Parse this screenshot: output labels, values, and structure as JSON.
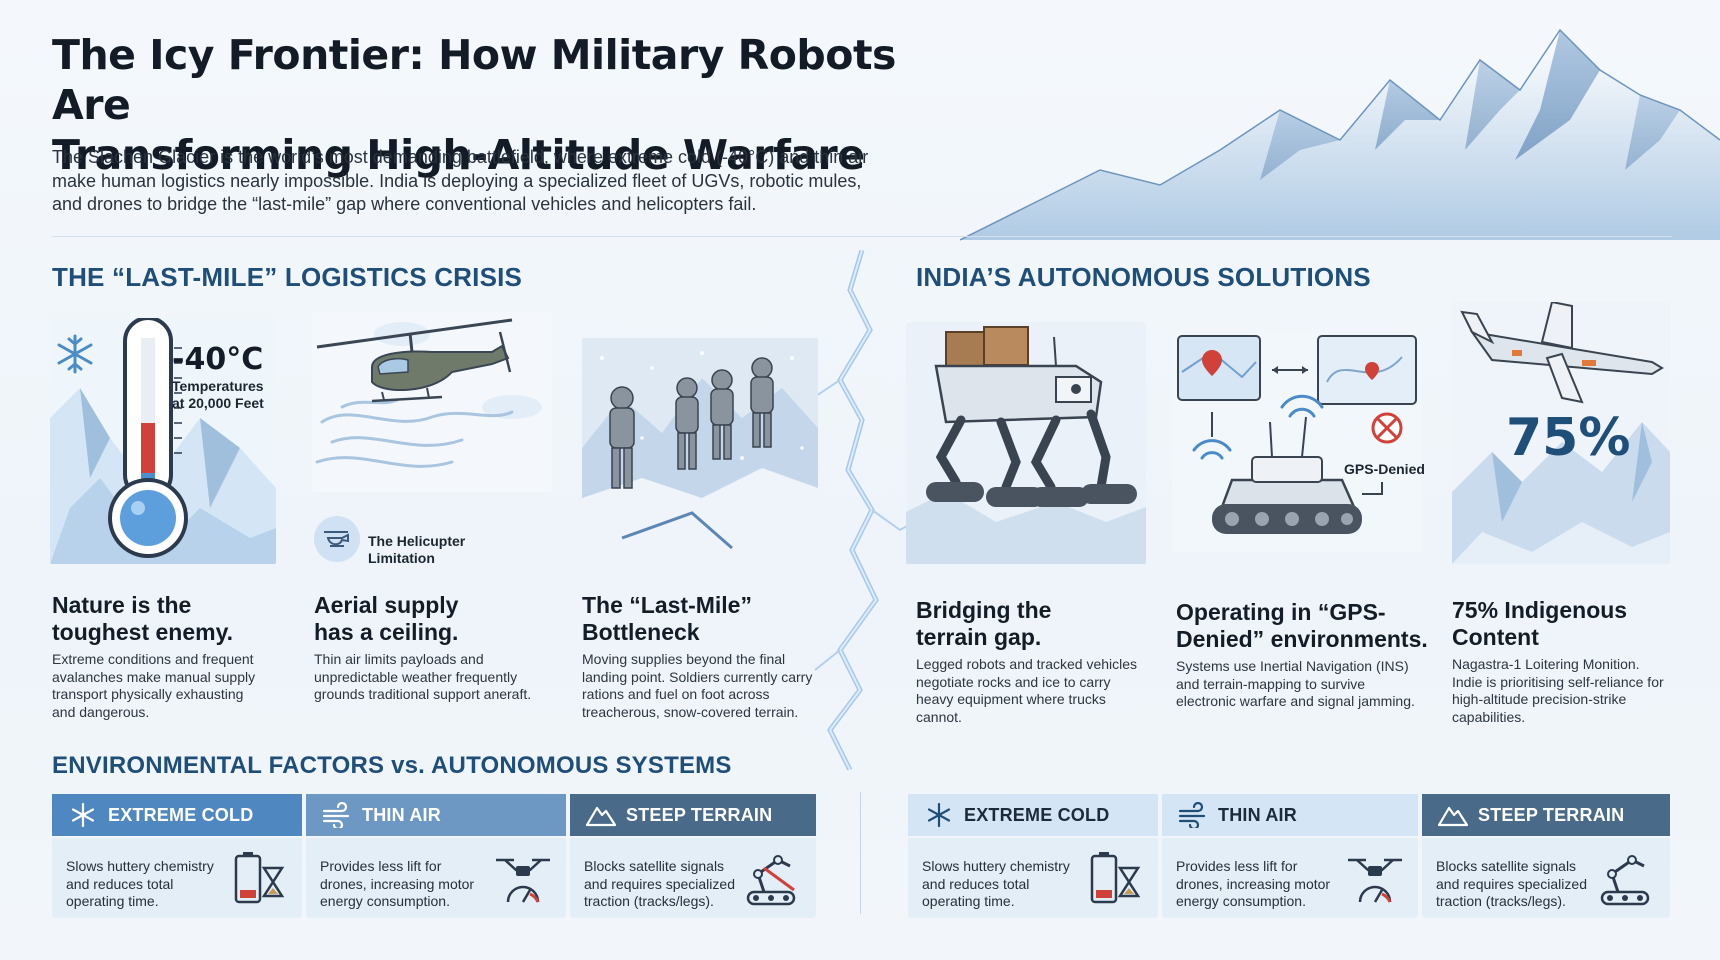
{
  "header": {
    "title_line1": "The Icy Frontier: How Military Robots Are",
    "title_line2": "Transforming High-Altitude Warfare",
    "intro_line1": "The Slachen Glacier is the world’s most demanding battlefield, where extreme cold (-40°C) and thin air",
    "intro_line2": "make human logistics nearly impossible. India is deploying a specialized fleet of UGVs, robotic mules,",
    "intro_line3": "and drones to bridge the “last-mile” gap where conventional vehicles and helicopters fail."
  },
  "crisis": {
    "heading": "THE “LAST-MILE” LOGISTICS CRISIS",
    "cards": [
      {
        "temp_value": "-40°C",
        "temp_caption_1": "Temperatures",
        "temp_caption_2": "at 20,000 Feet",
        "title_1": "Nature is the",
        "title_2": "toughest enemy.",
        "text": [
          "Extreme conditions and frequent",
          "avalanches make manual supply",
          "transport physically exhausting",
          "and dangerous."
        ]
      },
      {
        "badge_1": "The Helicupter",
        "badge_2": "Limitation",
        "title_1": "Aerial supply",
        "title_2": "has a ceiling.",
        "text": [
          "Thin air limits payloads and",
          "unpredictable weather frequently",
          "grounds traditional support aneraft."
        ]
      },
      {
        "title_1": "The “Last-Mile”",
        "title_2": "Bottleneck",
        "text": [
          "Moving supplies beyond the final",
          "landing point. Soldiers currently carry",
          "rations and fuel on foot across",
          "treacherous, snow-covered terrain."
        ]
      }
    ]
  },
  "solutions": {
    "heading": "INDIA’S AUTONOMOUS SOLUTIONS",
    "cards": [
      {
        "title_1": "Bridging the",
        "title_2": "terrain gap.",
        "text": [
          "Legged robots and tracked vehicles",
          "negotiate rocks and ice to carry",
          "heavy equipment where trucks",
          "cannot."
        ]
      },
      {
        "gps_label": "GPS-Denied",
        "title_1": "Operating in “GPS-",
        "title_2": "Denied” environments.",
        "text": [
          "Systems use Inertial Navigation (INS)",
          "and terrain-mapping to survive",
          "electronic warfare and signal jamming."
        ]
      },
      {
        "big_value": "75%",
        "title_1": "75% Indigenous",
        "title_2": "Content",
        "text": [
          "Nagastra-1 Loitering Monition.",
          "Indie is prioritising self-reliance for",
          "high-altitude precision-strike",
          "capabilities."
        ]
      }
    ]
  },
  "factors": {
    "heading": "ENVIRONMENTAL FACTORS vs. AUTONOMOUS SYSTEMS",
    "left": [
      {
        "header": "EXTREME COLD",
        "text": [
          "Slows huttery chemistry",
          "and reduces total",
          "operating time."
        ]
      },
      {
        "header": "THIN AIR",
        "text": [
          "Provides less lift for",
          "drones, increasing motor",
          "energy consumption."
        ]
      },
      {
        "header": "STEEP TERRAIN",
        "text": [
          "Blocks satellite signals",
          "and requires specialized",
          "traction (tracks/legs)."
        ]
      }
    ],
    "right": [
      {
        "header": "EXTREME COLD",
        "text": [
          "Slows huttery chemistry",
          "and reduces total",
          "operating time."
        ]
      },
      {
        "header": "THIN AIR",
        "text": [
          "Provides less lift for",
          "drones, increasing motor",
          "energy consumption."
        ]
      },
      {
        "header": "STEEP TERRAIN",
        "text": [
          "Blocks satellite signals",
          "and requires specialized",
          "traction (tracks/legs)."
        ]
      }
    ]
  },
  "colors": {
    "heading_blue": "#1f4e79",
    "header_dark": "#4a6a8a",
    "header_mid": "#6d98c4",
    "header_blue": "#4f88c1",
    "header_light": "#d4e6f5",
    "accent_red": "#d0413a"
  }
}
